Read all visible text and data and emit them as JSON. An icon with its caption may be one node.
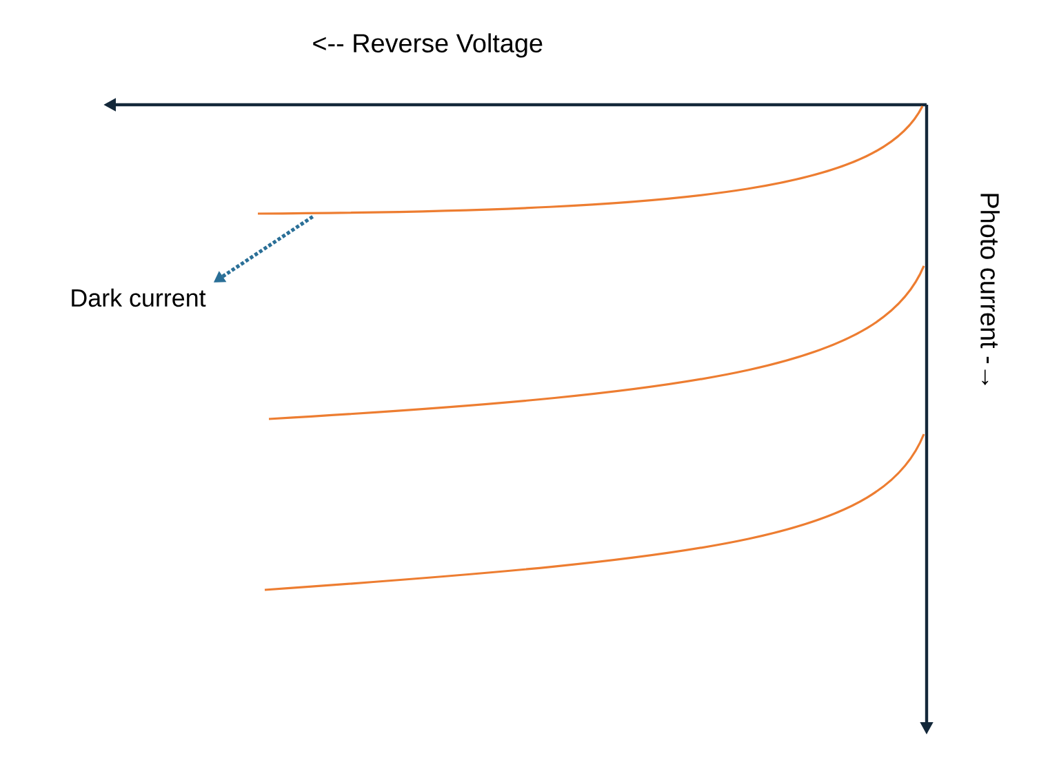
{
  "diagram": {
    "nodes": [
      {
        "text": [],
        "shape": "curve"
      },
      {
        "text": [
          "Dark current"
        ]
      }
    ],
    "edges": [
      {
        "from": 0,
        "to": 1,
        "arrow": "to",
        "style": "dashed",
        "color": "#2a6f97"
      }
    ],
    "labels": [
      "<-- Reverse Voltage",
      "Photo current -→"
    ]
  }
}
